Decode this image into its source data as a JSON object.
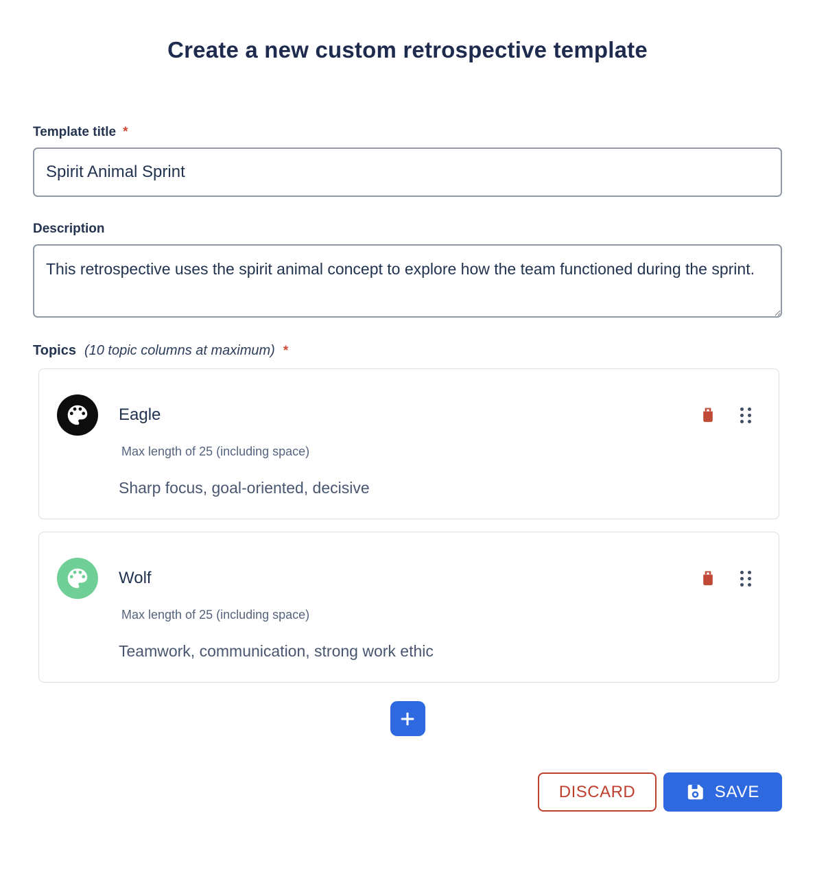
{
  "page": {
    "title": "Create a new custom retrospective template"
  },
  "fields": {
    "template_title": {
      "label": "Template title",
      "required_marker": "*",
      "value": "Spirit Animal Sprint"
    },
    "description": {
      "label": "Description",
      "value": "This retrospective uses the spirit animal concept to explore how the team functioned during the sprint."
    },
    "topics": {
      "label": "Topics",
      "hint": "(10 topic columns at maximum)",
      "required_marker": "*",
      "items": [
        {
          "name": "Eagle",
          "icon": "palette-icon",
          "icon_bg_color": "#0d0d0d",
          "max_hint": "Max length of 25 (including space)",
          "description": "Sharp focus, goal-oriented, decisive"
        },
        {
          "name": "Wolf",
          "icon": "palette-icon",
          "icon_bg_color": "#6fcf97",
          "max_hint": "Max length of 25 (including space)",
          "description": "Teamwork, communication, strong work ethic"
        }
      ]
    }
  },
  "actions": {
    "add_topic_icon": "plus-icon",
    "discard_label": "DISCARD",
    "save_label": "SAVE",
    "save_icon": "floppy-disk-icon",
    "delete_icon": "trash-icon",
    "reorder_icon": "drag-handle-icon"
  },
  "colors": {
    "heading_navy": "#1f2b4e",
    "accent_blue": "#2e69e0",
    "danger_red": "#bf3f2e",
    "trash_red": "#bf4a38",
    "eagle_avatar": "#0d0d0d",
    "wolf_avatar": "#6fcf97",
    "input_border": "#9199a7",
    "card_border": "#dcdee4"
  }
}
